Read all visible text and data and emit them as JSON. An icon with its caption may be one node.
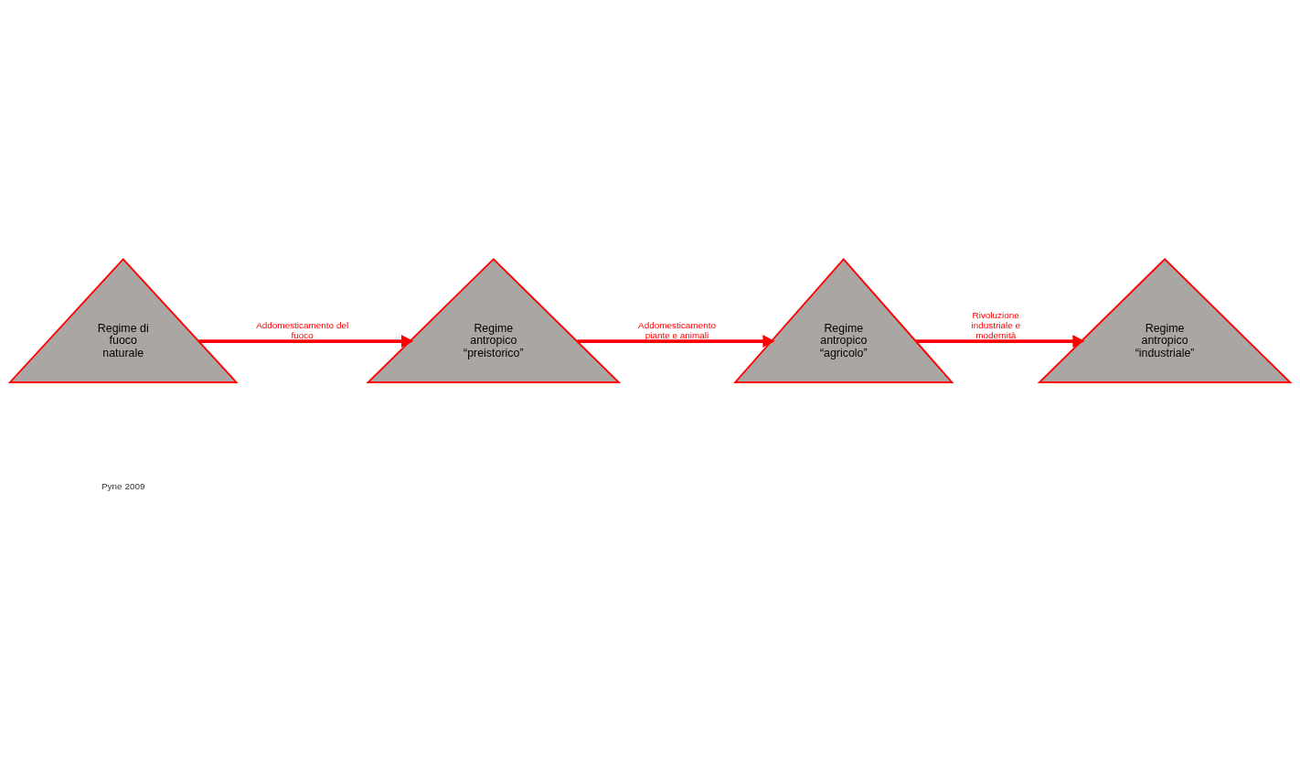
{
  "diagram": {
    "nodes": [
      {
        "text": [
          "Regime di fuoco naturale"
        ]
      },
      {
        "text": [
          "Regime antropico “preistorico”"
        ]
      },
      {
        "text": [
          "Regime antropico “agricolo”"
        ]
      },
      {
        "text": [
          "Regime antropico “industriale”"
        ]
      }
    ],
    "edges": [
      {
        "from": 0,
        "to": 1,
        "arrow": "to",
        "label": "Addomesticamento del fuoco"
      },
      {
        "from": 1,
        "to": 2,
        "arrow": "to",
        "label": "Addomesticamento piante e animali"
      },
      {
        "from": 2,
        "to": 3,
        "arrow": "to",
        "label": "Rivoluzione industriale e modernità"
      }
    ],
    "labels": [
      "Pyne 2009"
    ]
  }
}
